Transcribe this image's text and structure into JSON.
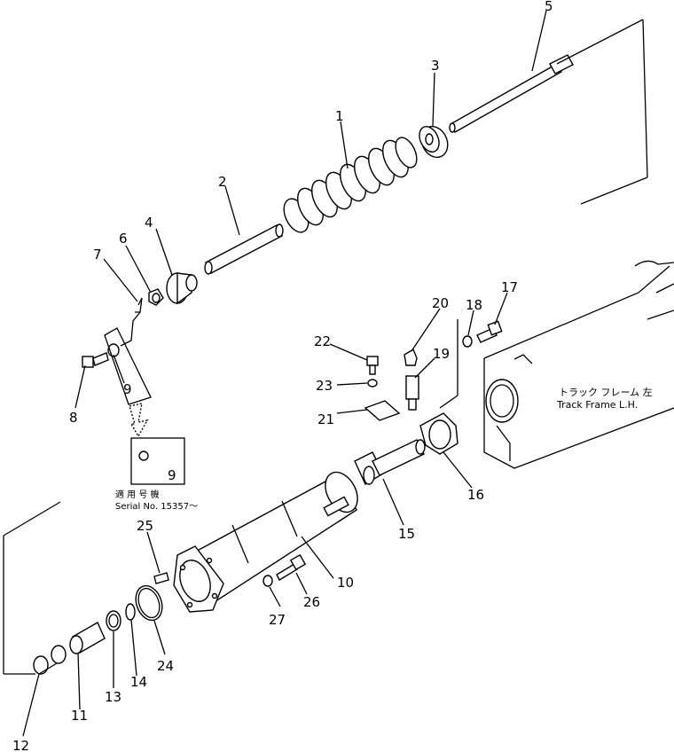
{
  "callouts": {
    "p1": "1",
    "p2": "2",
    "p3": "3",
    "p4": "4",
    "p5": "5",
    "p6": "6",
    "p7": "7",
    "p8": "8",
    "p9": "9",
    "p9b": "9",
    "p10": "10",
    "p11": "11",
    "p12": "12",
    "p13": "13",
    "p14": "14",
    "p15": "15",
    "p16": "16",
    "p17": "17",
    "p18": "18",
    "p19": "19",
    "p20": "20",
    "p21": "21",
    "p22": "22",
    "p23": "23",
    "p24": "24",
    "p25": "25",
    "p26": "26",
    "p27": "27"
  },
  "serial_note": {
    "jp": "適 用 号 機",
    "en": "Serial No. 15357～"
  },
  "track_frame": {
    "jp": "トラック フレーム 左",
    "en": "Track Frame L.H."
  }
}
